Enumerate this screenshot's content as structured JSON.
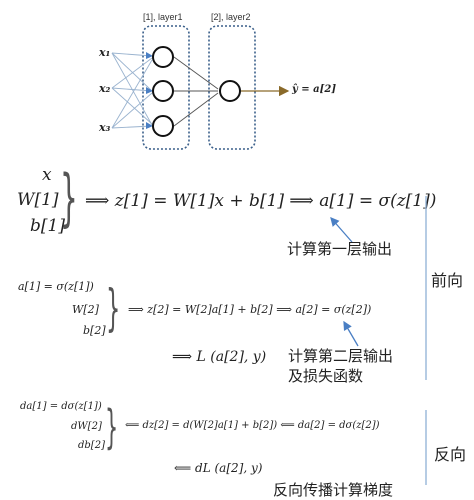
{
  "network": {
    "layer1_label": "[1], layer1",
    "layer2_label": "[2], layer2",
    "inputs": [
      "x₁",
      "x₂",
      "x₃"
    ],
    "output_label": "ŷ = a[2]"
  },
  "forward_block1": {
    "vars": [
      "x",
      "W[1]",
      "b[1]"
    ],
    "equation": "⟹ z[1] = W[1]x + b[1] ⟹ a[1] = σ(z[1])",
    "annotation": "计算第一层输出"
  },
  "forward_block2": {
    "vars": [
      "a[1] = σ(z[1])",
      "W[2]",
      "b[2]"
    ],
    "equation": "⟹ z[2] = W[2]a[1] + b[2] ⟹ a[2] = σ(z[2])",
    "loss": "⟹ L (a[2], y)",
    "annotation_line1": "计算第二层输出",
    "annotation_line2": "及损失函数"
  },
  "backward_block": {
    "vars": [
      "da[1] = dσ(z[1])",
      "dW[2]",
      "db[2]"
    ],
    "equation": "⟸ dz[2] = d(W[2]a[1] + b[2]) ⟸ da[2] = dσ(z[2])",
    "loss": "⟸ dL (a[2], y)",
    "annotation": "反向传播计算梯度"
  },
  "side_labels": {
    "forward": "前向",
    "backward": "反向"
  },
  "colors": {
    "box_border": "#3a5f8a",
    "node": "#111111",
    "input_edge": "#9ab3cf",
    "arrow_blue": "#4a7fc4",
    "output_arrow": "#8a6a2a",
    "side_line": "#8fb0d6"
  }
}
